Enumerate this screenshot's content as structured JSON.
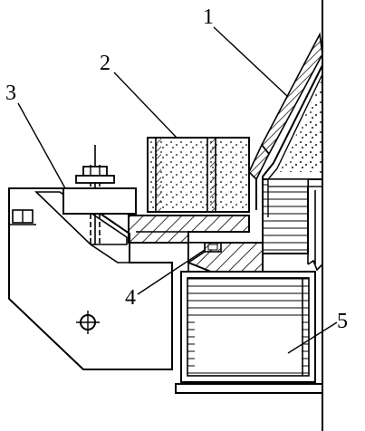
{
  "diagram": {
    "labels": [
      {
        "id": "1",
        "text": "1"
      },
      {
        "id": "2",
        "text": "2"
      },
      {
        "id": "3",
        "text": "3"
      },
      {
        "id": "4",
        "text": "4"
      },
      {
        "id": "5",
        "text": "5"
      }
    ]
  }
}
